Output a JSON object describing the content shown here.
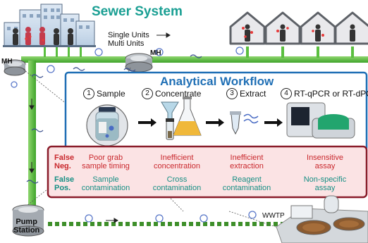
{
  "title": "Sewer System",
  "units": {
    "single": "Single Units",
    "multi": "Multi Units"
  },
  "manholes": {
    "left": "MH",
    "middle": "MH"
  },
  "workflow": {
    "title": "Analytical Workflow",
    "steps": [
      {
        "num": "1",
        "label": "Sample"
      },
      {
        "num": "2",
        "label": "Concentrate"
      },
      {
        "num": "3",
        "label": "Extract"
      },
      {
        "num": "4",
        "label": "RT-qPCR or RT-dPCR"
      }
    ]
  },
  "errors": {
    "false_neg_label": [
      "False",
      "Neg."
    ],
    "false_pos_label": [
      "False",
      "Pos."
    ],
    "false_neg": [
      [
        "Poor grab",
        "sample timing"
      ],
      [
        "Inefficient",
        "concentration"
      ],
      [
        "Inefficient",
        "extraction"
      ],
      [
        "Insensitive",
        "assay"
      ]
    ],
    "false_pos": [
      [
        "Sample",
        "contamination"
      ],
      [
        "Cross",
        "contamination"
      ],
      [
        "Reagent",
        "contamination"
      ],
      [
        "Non-specific",
        "assay"
      ]
    ]
  },
  "pump_station": [
    "Pump",
    "Station"
  ],
  "wwtp": "WWTP",
  "colors": {
    "teal": "#1a9f93",
    "blue": "#1f6fb5",
    "red": "#c9282d",
    "pipe": "#5bbf3f",
    "error_bg": "#fbe3e4"
  },
  "icons": [
    "city-building-icon",
    "house-icon",
    "infected-person-icon",
    "manhole-icon",
    "virus-icon",
    "sample-bottle-icon",
    "funnel-icon",
    "erlenmeyer-flask-icon",
    "centrifuge-tube-icon",
    "microtube-icon",
    "pcr-instrument-icon",
    "pump-station-icon",
    "treatment-plant-icon"
  ]
}
